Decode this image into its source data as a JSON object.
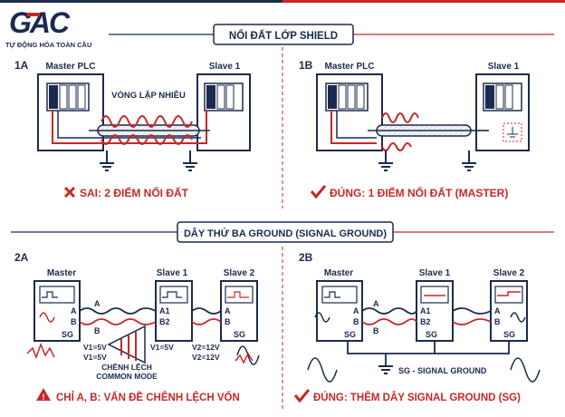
{
  "logo": {
    "text": "GAC",
    "tagline": "TỰ ĐỘNG HÓA TOÀN CẦU"
  },
  "section1": {
    "title": "NỐI ĐẤT LỚP SHIELD",
    "panelA": {
      "tag": "1A",
      "master": "Master PLC",
      "slave": "Slave 1",
      "loop_label": "VÒNG LẶP NHIỄU",
      "verdict": "SAI: 2 ĐIỂM NỐI ĐẤT"
    },
    "panelB": {
      "tag": "1B",
      "master": "Master PLC",
      "slave": "Slave 1",
      "verdict": "ĐÚNG: 1 ĐIỂM NỐI ĐẤT (MASTER)"
    }
  },
  "section2": {
    "title": "DÂY THỨ BA GROUND (SIGNAL GROUND)",
    "panelA": {
      "tag": "2A",
      "master": "Master",
      "slave1": "Slave 1",
      "slave2": "Slave 2",
      "A": "A",
      "B": "B",
      "A1": "A1",
      "B2": "B2",
      "SG": "SG",
      "m_v1": "V1=5V",
      "m_v2": "V1=5V",
      "s1_v": "V1=5V",
      "s2_v1": "V2=12V",
      "s2_v2": "V2=12V",
      "common_mode": "CHÊNH LỆCH\nCOMMON MODE",
      "verdict": "CHỈ A, B: VẤN ĐỀ CHÊNH LỆCH VỐN"
    },
    "panelB": {
      "tag": "2B",
      "master": "Master",
      "slave1": "Slave 1",
      "slave2": "Slave 2",
      "A": "A",
      "B": "B",
      "A1": "A1",
      "B2": "B2",
      "SG": "SG",
      "sg_label": "SG - SIGNAL GROUND",
      "verdict": "ĐÚNG: THÊM DÂY SIGNAL GROUND (SG)"
    }
  },
  "colors": {
    "navy": "#1b2a4e",
    "red": "#c62828",
    "light": "#eef1f6"
  }
}
